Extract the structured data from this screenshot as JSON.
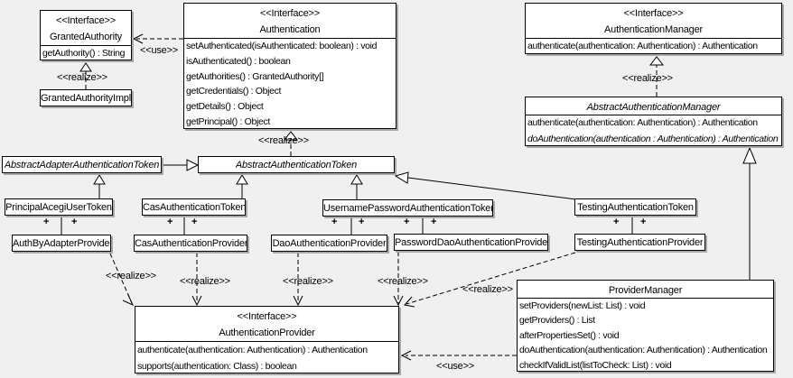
{
  "labels": {
    "use": "<<use>>",
    "realize": "<<realize>>",
    "plus": "+"
  },
  "colors": {
    "background": "#f0f0f0",
    "box_fill": "#ffffff",
    "line": "#000000",
    "shadow": "#a9a9a9"
  },
  "classes": {
    "granted_authority": {
      "stereotype": "<<Interface>>",
      "name": "GrantedAuthority",
      "methods": [
        "getAuthority() : String"
      ]
    },
    "granted_authority_impl": {
      "name": "GrantedAuthorityImpl"
    },
    "authentication": {
      "stereotype": "<<Interface>>",
      "name": "Authentication",
      "methods": [
        "setAuthenticated(isAuthenticated: boolean) : void",
        "isAuthenticated() : boolean",
        "getAuthorities() : GrantedAuthority[]",
        "getCredentials() : Object",
        "getDetails() : Object",
        "getPrincipal() : Object"
      ]
    },
    "authentication_manager": {
      "stereotype": "<<Interface>>",
      "name": "AuthenticationManager",
      "methods": [
        "authenticate(authentication: Authentication) : Authentication"
      ]
    },
    "abstract_authentication_manager": {
      "name": "AbstractAuthenticationManager",
      "methods": [
        "authenticate(authentication: Authentication) : Authentication",
        "doAuthentication(authentication : Authentication) : Authentication"
      ]
    },
    "abstract_adapter_authentication_token": {
      "name": "AbstractAdapterAuthenticationToken"
    },
    "abstract_authentication_token": {
      "name": "AbstractAuthenticationToken"
    },
    "principal_acegi_user_token": {
      "name": "PrincipalAcegiUserToken"
    },
    "cas_authentication_token": {
      "name": "CasAuthenticationToken"
    },
    "username_password_authentication_token": {
      "name": "UsernamePasswordAuthenticationToken"
    },
    "testing_authentication_token": {
      "name": "TestingAuthenticationToken"
    },
    "auth_by_adapter_provider": {
      "name": "AuthByAdapterProvider"
    },
    "cas_authentication_provider": {
      "name": "CasAuthenticationProvider"
    },
    "dao_authentication_provider": {
      "name": "DaoAuthenticationProvider"
    },
    "password_dao_authentication_provider": {
      "name": "PasswordDaoAuthenticationProvider"
    },
    "testing_authentication_provider": {
      "name": "TestingAuthenticationProvider"
    },
    "authentication_provider": {
      "stereotype": "<<Interface>>",
      "name": "AuthenticationProvider",
      "methods": [
        "authenticate(authentication: Authentication) : Authentication",
        "supports(authentication: Class) : boolean"
      ]
    },
    "provider_manager": {
      "name": "ProviderManager",
      "methods": [
        "setProviders(newList: List) : void",
        "getProviders() : List",
        "afterPropertiesSet() : void",
        "doAuthentication(authentication: Authentication) : Authentication",
        "checkIfValidList(listToCheck: List) : void"
      ]
    }
  }
}
